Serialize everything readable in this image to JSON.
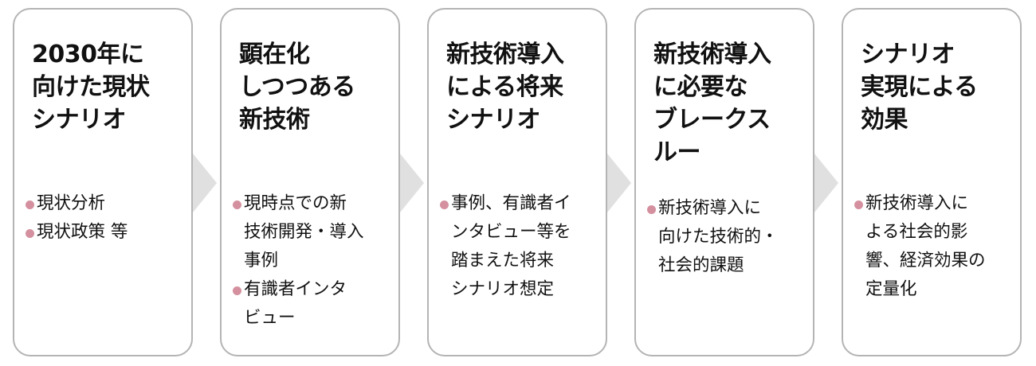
{
  "colors": {
    "bullet": "#d4909e",
    "border": "#b4b4b4",
    "arrow": "#e0e0e0"
  },
  "steps": [
    {
      "title": [
        "2030年に",
        "向けた現状",
        "シナリオ"
      ],
      "bullets": [
        [
          "現状分析"
        ],
        [
          "現状政策 等"
        ]
      ]
    },
    {
      "title": [
        "顕在化",
        "しつつある",
        "新技術"
      ],
      "bullets": [
        [
          "現時点での新",
          "技術開発・導入",
          "事例"
        ],
        [
          "有識者インタ",
          "ビュー"
        ]
      ]
    },
    {
      "title": [
        "新技術導入",
        "による将来",
        "シナリオ"
      ],
      "bullets": [
        [
          "事例、有識者イ",
          "ンタビュー等を",
          "踏まえた将来",
          "シナリオ想定"
        ]
      ]
    },
    {
      "title": [
        "新技術導入",
        "に必要な",
        "ブレークス",
        "ルー"
      ],
      "bullets": [
        [
          "新技術導入に",
          "向けた技術的・",
          "社会的課題"
        ]
      ]
    },
    {
      "title": [
        "シナリオ",
        "実現による",
        "効果"
      ],
      "bullets": [
        [
          "新技術導入に",
          "よる社会的影",
          "響、経済効果の",
          "定量化"
        ]
      ]
    }
  ]
}
